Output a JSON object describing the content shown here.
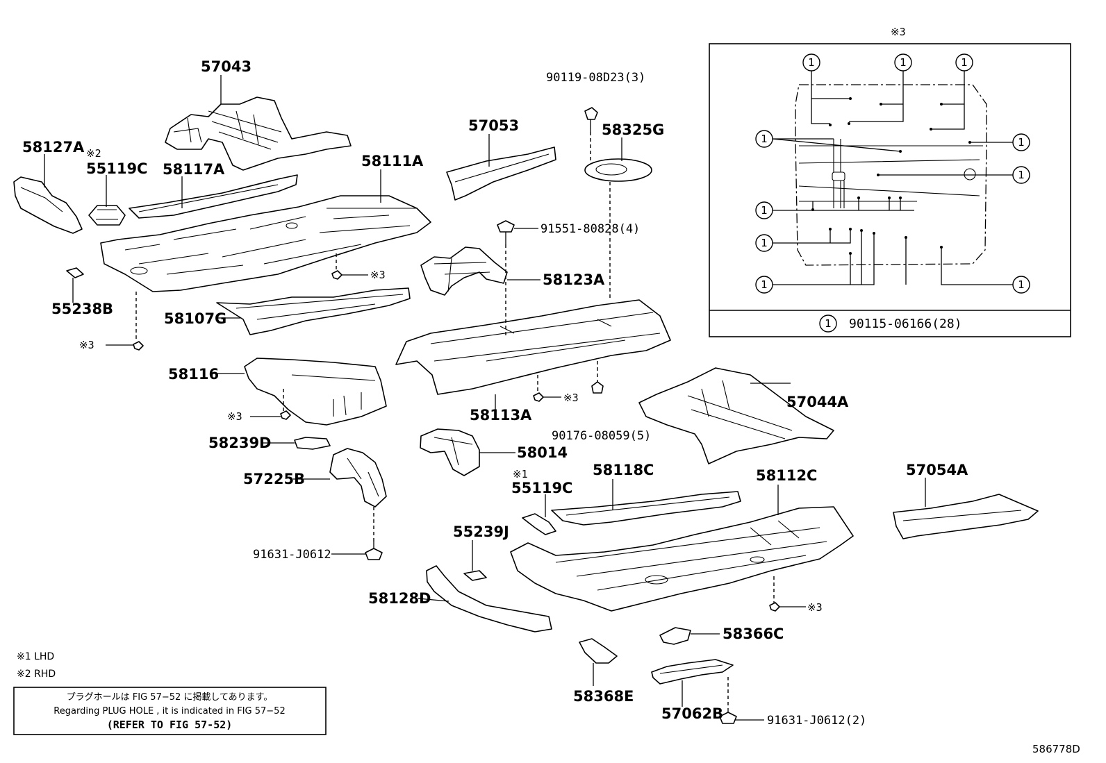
{
  "callouts": {
    "p57043": "57043",
    "p58127A": "58127A",
    "p55119C_rhd_mark": "※2",
    "p55119C": "55119C",
    "p58117A": "58117A",
    "p58111A": "58111A",
    "p57053": "57053",
    "p90119": "90119-08D23(3)",
    "p58325G": "58325G",
    "p91551": "91551-80828(4)",
    "p58123A": "58123A",
    "p55238B": "55238B",
    "p58107G": "58107G",
    "mark3_a": "※3",
    "mark3_b": "※3",
    "mark3_c": "※3",
    "mark3_d": "※3",
    "mark3_e": "※3",
    "p58116": "58116",
    "p58113A": "58113A",
    "p90176": "90176-08059(5)",
    "p57044A": "57044A",
    "p58239D": "58239D",
    "p58014": "58014",
    "p57225B": "57225B",
    "p55119C_lhd_mark": "※1",
    "p55119C_b": "55119C",
    "p58118C": "58118C",
    "p58112C": "58112C",
    "p57054A": "57054A",
    "p55239J": "55239J",
    "p91631a": "91631-J0612",
    "p58128D": "58128D",
    "p58366C": "58366C",
    "p58368E": "58368E",
    "p57062B": "57062B",
    "p91631b": "91631-J0612(2)"
  },
  "detail_box": {
    "title": "※3",
    "marker": "1",
    "legend_part": "90115-06166(28)"
  },
  "legend": {
    "lhd": "※1  LHD",
    "rhd": "※2  RHD"
  },
  "notice": {
    "line1": "プラグホールは FIG 57−52 に掲載してあります。",
    "line2": "Regarding  PLUG  HOLE , it is indicated in FIG  57−52",
    "line3": "(REFER TO FIG 57-52)"
  },
  "figure_id": "586778D"
}
